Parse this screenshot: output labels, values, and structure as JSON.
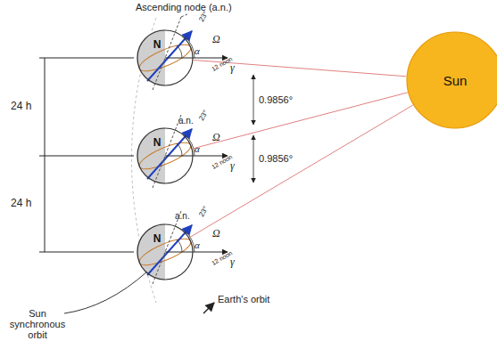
{
  "diagram": {
    "nodes": [
      {
        "text": [
          "N"
        ]
      },
      {
        "text": [
          "N"
        ]
      },
      {
        "text": [
          "N"
        ]
      },
      {
        "text": [
          "Sun"
        ]
      }
    ],
    "edges": [
      {
        "from": 3,
        "to": 0,
        "arrow": "none"
      },
      {
        "from": 3,
        "to": 1,
        "arrow": "none"
      },
      {
        "from": 3,
        "to": 2,
        "arrow": "none"
      }
    ],
    "labels": [
      "Ascending node (a.n.)",
      "23°",
      "Ω",
      "α",
      "12 noon",
      "γ",
      "a.n.",
      "23°",
      "Ω",
      "α",
      "12 noon",
      "γ",
      "a.n.",
      "23°",
      "Ω",
      "α",
      "12 noon",
      "γ",
      "24 h",
      "24 h",
      "0.9856°",
      "0.9856°",
      "Earth's orbit",
      "Sun synchronous orbit"
    ]
  }
}
